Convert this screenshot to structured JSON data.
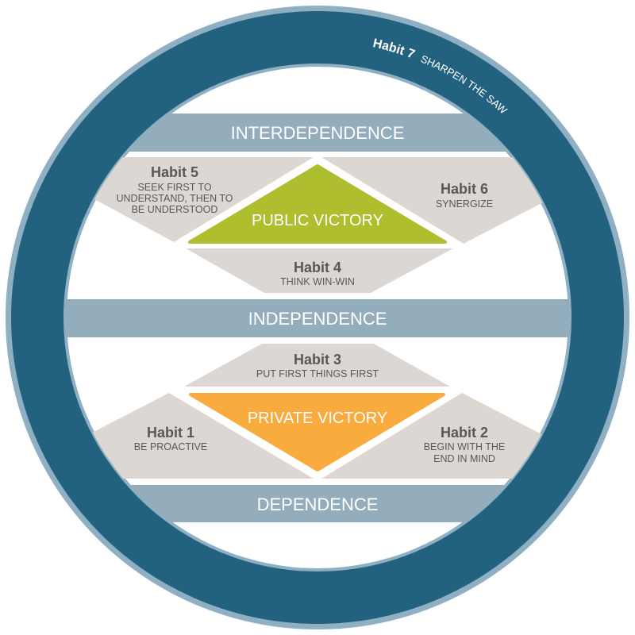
{
  "colors": {
    "ring": "#23627f",
    "rim": "#8fb0c3",
    "bar": "#94adbc",
    "habit_shape": "#dcd7d2",
    "public_victory": "#aebe2e",
    "private_victory": "#f9ab3e",
    "text": "#5a5754"
  },
  "habit7": {
    "title": "Habit 7",
    "subtitle": "SHARPEN THE SAW"
  },
  "levels": {
    "interdependence": "INTERDEPENDENCE",
    "independence": "INDEPENDENCE",
    "dependence": "DEPENDENCE"
  },
  "victories": {
    "public": "PUBLIC VICTORY",
    "private": "PRIVATE VICTORY"
  },
  "habits": {
    "h1": {
      "title": "Habit 1",
      "lines": [
        "BE PROACTIVE"
      ]
    },
    "h2": {
      "title": "Habit 2",
      "lines": [
        "BEGIN WITH THE",
        "END IN MIND"
      ]
    },
    "h3": {
      "title": "Habit 3",
      "lines": [
        "PUT FIRST THINGS FIRST"
      ]
    },
    "h4": {
      "title": "Habit 4",
      "lines": [
        "THINK WIN-WIN"
      ]
    },
    "h5": {
      "title": "Habit 5",
      "lines": [
        "SEEK FIRST TO",
        "UNDERSTAND, THEN TO",
        "BE UNDERSTOOD"
      ]
    },
    "h6": {
      "title": "Habit 6",
      "lines": [
        "SYNERGIZE"
      ]
    }
  }
}
